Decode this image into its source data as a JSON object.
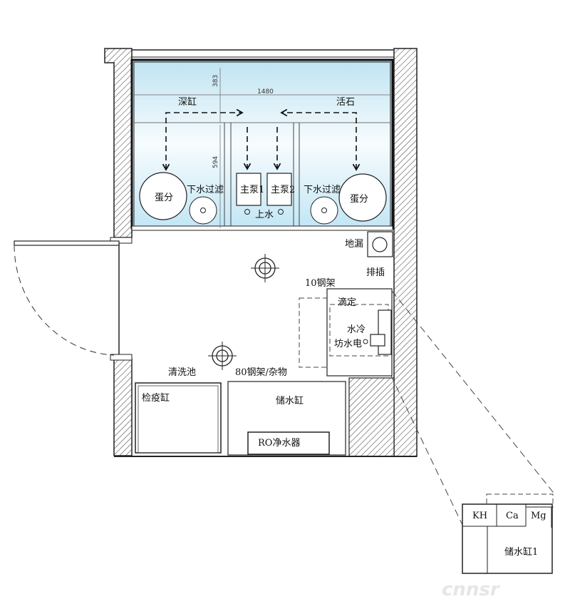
{
  "labels": {
    "reef_tank": "深缸",
    "live_rock": "活石",
    "skimmer_left": "蛋分",
    "skimmer_right": "蛋分",
    "drain_filter_left": "下水过滤",
    "drain_filter_right": "下水过滤",
    "main_pump_1": "主泵1",
    "main_pump_2": "主泵2",
    "return": "上水",
    "floor_drain": "地漏",
    "drain_pipe": "排插",
    "shelf_10": "10钢架",
    "doser": "滴定",
    "chiller_line1": "水冷",
    "chiller_line2": "坊水电",
    "wash_basin": "清洗池",
    "shelf_80": "80钢架/杂物",
    "quarantine_tank": "检疫缸",
    "storage_tank": "储水缸",
    "ro_unit": "RO净水器",
    "kh": "KH",
    "ca": "Ca",
    "mg": "Mg",
    "storage_tank_1": "储水缸1"
  },
  "dimensions": {
    "width": "1480",
    "depth_top": "383",
    "depth_bottom": "594"
  },
  "watermark": "cnnsr"
}
